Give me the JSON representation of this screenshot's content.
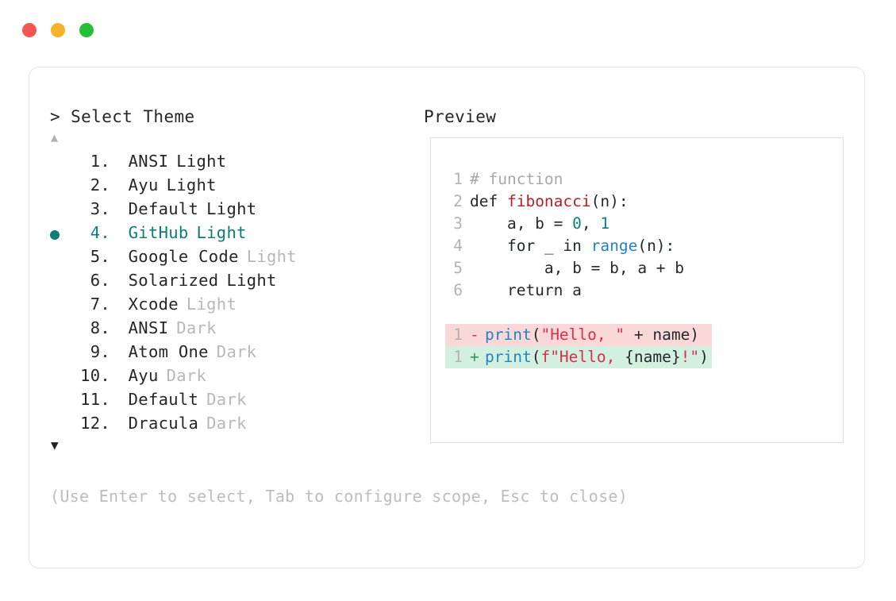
{
  "window": {
    "dots": [
      {
        "name": "close",
        "color": "#f3574f"
      },
      {
        "name": "minimize",
        "color": "#f5b32b"
      },
      {
        "name": "maximize",
        "color": "#25be38"
      }
    ]
  },
  "accent_color": "#0c7d75",
  "prompt": {
    "header": "> Select Theme",
    "scroll_up": "▲",
    "scroll_down": "▼"
  },
  "preview": {
    "header": "Preview"
  },
  "hint": "(Use Enter to select, Tab to configure scope, Esc to close)",
  "themes": [
    {
      "number": "1.",
      "name": "ANSI",
      "suffix": "Light",
      "suffix_dim": false,
      "selected": false
    },
    {
      "number": "2.",
      "name": "Ayu",
      "suffix": "Light",
      "suffix_dim": false,
      "selected": false
    },
    {
      "number": "3.",
      "name": "Default",
      "suffix": "Light",
      "suffix_dim": false,
      "selected": false
    },
    {
      "number": "4.",
      "name": "GitHub",
      "suffix": "Light",
      "suffix_dim": false,
      "selected": true
    },
    {
      "number": "5.",
      "name": "Google Code",
      "suffix": "Light",
      "suffix_dim": true,
      "selected": false
    },
    {
      "number": "6.",
      "name": "Solarized",
      "suffix": "Light",
      "suffix_dim": false,
      "selected": false
    },
    {
      "number": "7.",
      "name": "Xcode",
      "suffix": "Light",
      "suffix_dim": true,
      "selected": false
    },
    {
      "number": "8.",
      "name": "ANSI",
      "suffix": "Dark",
      "suffix_dim": true,
      "selected": false
    },
    {
      "number": "9.",
      "name": "Atom One",
      "suffix": "Dark",
      "suffix_dim": true,
      "selected": false
    },
    {
      "number": "10.",
      "name": "Ayu",
      "suffix": "Dark",
      "suffix_dim": true,
      "selected": false
    },
    {
      "number": "11.",
      "name": "Default",
      "suffix": "Dark",
      "suffix_dim": true,
      "selected": false
    },
    {
      "number": "12.",
      "name": "Dracula",
      "suffix": "Dark",
      "suffix_dim": true,
      "selected": false
    }
  ],
  "code": {
    "lines": [
      {
        "num": "1",
        "tokens": [
          {
            "text": "# function",
            "cls": "t-comment"
          }
        ]
      },
      {
        "num": "2",
        "tokens": [
          {
            "text": "def ",
            "cls": "t-plain"
          },
          {
            "text": "fibonacci",
            "cls": "t-func"
          },
          {
            "text": "(n):",
            "cls": "t-plain"
          }
        ]
      },
      {
        "num": "3",
        "tokens": [
          {
            "text": "    a, b = ",
            "cls": "t-plain"
          },
          {
            "text": "0",
            "cls": "t-num"
          },
          {
            "text": ", ",
            "cls": "t-plain"
          },
          {
            "text": "1",
            "cls": "t-num"
          }
        ]
      },
      {
        "num": "4",
        "tokens": [
          {
            "text": "    for _ in ",
            "cls": "t-plain"
          },
          {
            "text": "range",
            "cls": "t-builtin"
          },
          {
            "text": "(n):",
            "cls": "t-plain"
          }
        ]
      },
      {
        "num": "5",
        "tokens": [
          {
            "text": "        a, b = b, a + b",
            "cls": "t-plain"
          }
        ]
      },
      {
        "num": "6",
        "tokens": [
          {
            "text": "    return a",
            "cls": "t-plain"
          }
        ]
      }
    ],
    "diff": [
      {
        "num": "1",
        "sign": "-",
        "kind": "del",
        "tokens": [
          {
            "text": "print",
            "cls": "t-call"
          },
          {
            "text": "(",
            "cls": "t-brace"
          },
          {
            "text": "\"Hello, \"",
            "cls": "t-string"
          },
          {
            "text": " + name)",
            "cls": "t-plain"
          }
        ]
      },
      {
        "num": "1",
        "sign": "+",
        "kind": "add",
        "tokens": [
          {
            "text": "print",
            "cls": "t-call"
          },
          {
            "text": "(",
            "cls": "t-brace"
          },
          {
            "text": "f\"Hello, ",
            "cls": "t-string"
          },
          {
            "text": "{name}",
            "cls": "t-brace"
          },
          {
            "text": "!\"",
            "cls": "t-string"
          },
          {
            "text": ")",
            "cls": "t-plain"
          }
        ]
      }
    ]
  }
}
